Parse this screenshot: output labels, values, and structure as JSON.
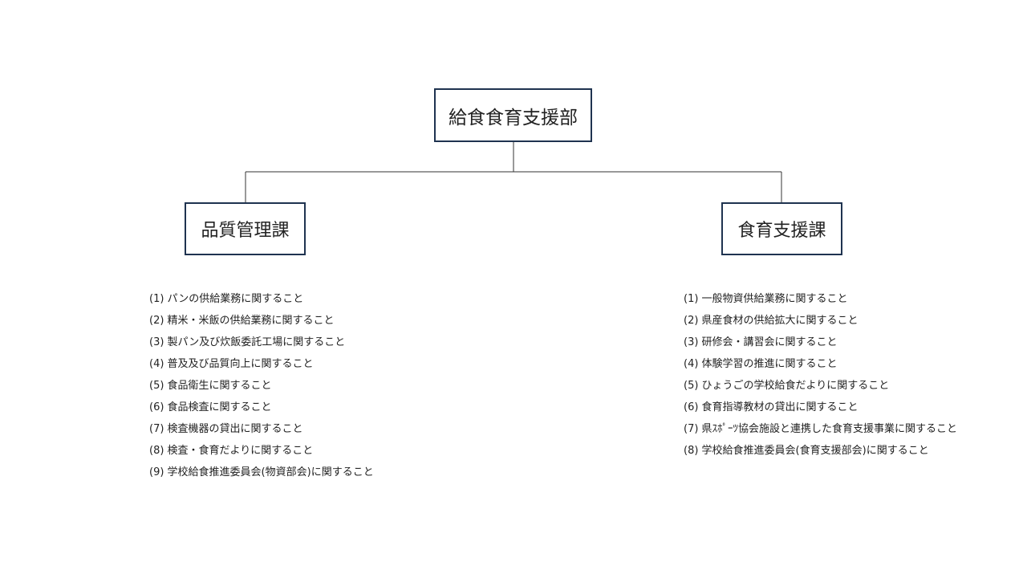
{
  "org_chart": {
    "top": {
      "label": "給食食育支援部"
    },
    "left": {
      "label": "品質管理課",
      "duties": [
        "(1) パンの供給業務に関すること",
        "(2) 精米・米飯の供給業務に関すること",
        "(3) 製パン及び炊飯委託工場に関すること",
        "(4) 普及及び品質向上に関すること",
        "(5) 食品衛生に関すること",
        "(6) 食品検査に関すること",
        "(7) 検査機器の貸出に関すること",
        "(8) 検査・食育だよりに関すること",
        "(9) 学校給食推進委員会(物資部会)に関すること"
      ]
    },
    "right": {
      "label": "食育支援課",
      "duties": [
        "(1) 一般物資供給業務に関すること",
        "(2) 県産食材の供給拡大に関すること",
        "(3) 研修会・講習会に関すること",
        "(4) 体験学習の推進に関すること",
        "(5) ひょうごの学校給食だよりに関すること",
        "(6) 食育指導教材の貸出に関すること",
        "(7) 県ｽﾎﾟｰﾂ協会施設と連携した食育支援事業に関すること",
        "(8) 学校給食推進委員会(食育支援部会)に関すること"
      ]
    },
    "colors": {
      "box_border": "#1f3350",
      "connector": "#333333",
      "text": "#222222"
    }
  }
}
